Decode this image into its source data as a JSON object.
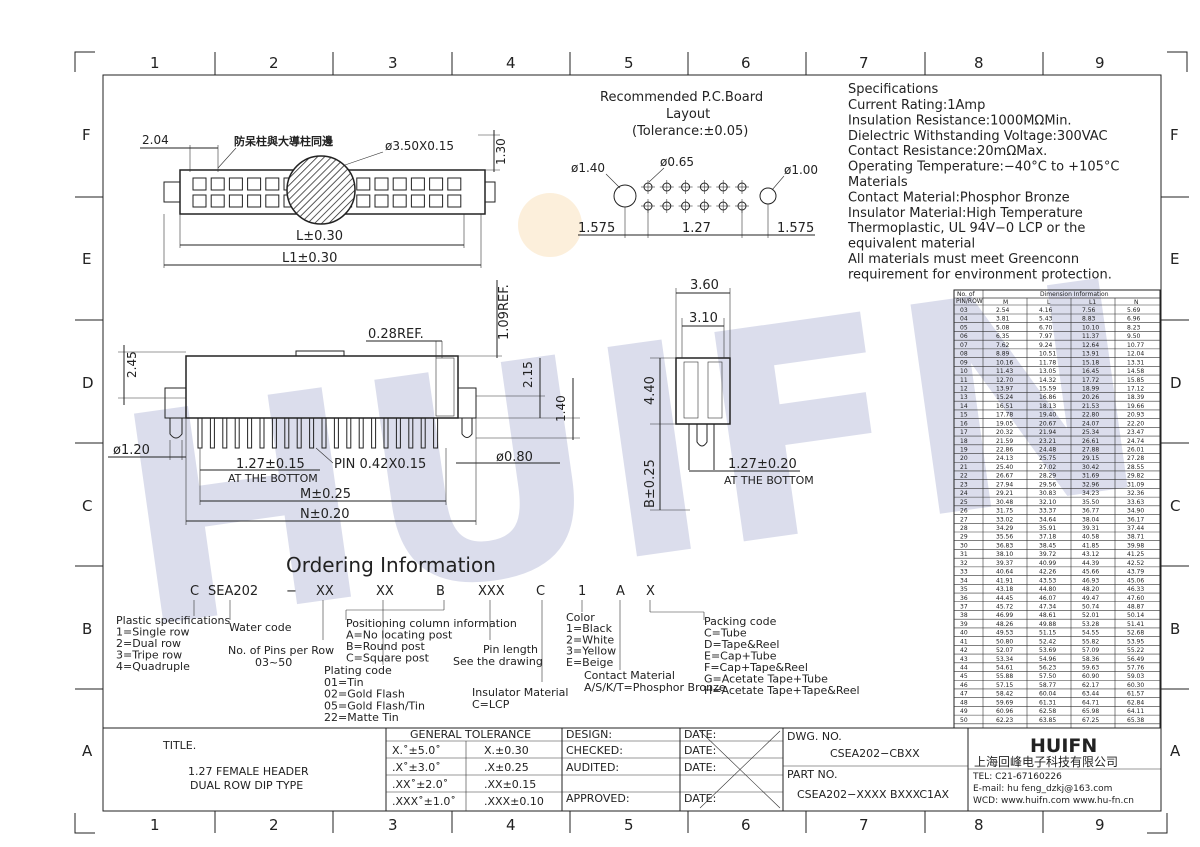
{
  "grid": {
    "columns": [
      "1",
      "2",
      "3",
      "4",
      "5",
      "6",
      "7",
      "8",
      "9"
    ],
    "rows": [
      "F",
      "E",
      "D",
      "C",
      "B",
      "A"
    ]
  },
  "watermark": {
    "text": "HUIFN",
    "color_main": "#3b4a9a",
    "color_dot": "#f2a93b"
  },
  "pcb_layout": {
    "title_line1": "Recommended  P.C.Board",
    "title_line2": "Layout",
    "title_line3": "(Tolerance:±0.05)",
    "d_left": "ø1.40",
    "d_mid": "ø0.65",
    "d_right": "ø1.00",
    "dim_left": "1.575",
    "dim_mid": "1.27",
    "dim_right": "1.575"
  },
  "top_view": {
    "dim_204": "2.04",
    "chinese_note": "防呆柱與大導柱同邊",
    "d_post": "ø3.50X0.15",
    "dim_130": "1.30",
    "dim_L": "L±0.30",
    "dim_L1": "L1±0.30"
  },
  "front_view": {
    "ref_028": "0.28REF.",
    "ref_109": "1.09REF.",
    "dim_245": "2.45",
    "dim_215": "2.15",
    "dim_140": "1.40",
    "d_120": "ø1.20",
    "pitch": "1.27±0.15",
    "at_bottom": "AT THE BOTTOM",
    "pin": "PIN 0.42X0.15",
    "d_080": "ø0.80",
    "dim_M": "M±0.25",
    "dim_N": "N±0.20"
  },
  "side_view": {
    "dim_360": "3.60",
    "dim_310": "3.10",
    "dim_440": "4.40",
    "dim_B": "B±0.25",
    "pitch": "1.27±0.20",
    "at_bottom": "AT THE BOTTOM"
  },
  "specifications": {
    "title": "Specifications",
    "lines": [
      "Current  Rating:1Amp",
      "Insulation  Resistance:1000MΩMin.",
      "Dielectric  Withstanding  Voltage:300VAC",
      "Contact  Resistance:20mΩMax.",
      "Operating  Temperature:−40°C  to  +105°C",
      "Materials",
      "Contact  Material:Phosphor  Bronze",
      "Insulator  Material:High  Temperature",
      "Thermoplastic,  UL  94V−0  LCP  or  the",
      "equivalent  material",
      "All  materials  must  meet  Greenconn",
      "requirement  for  environment  protection."
    ]
  },
  "dimension_table": {
    "header_no1": "No. of",
    "header_no2": "PIN/ROW",
    "header_group": "Dimension  Information",
    "columns": [
      "M",
      "L",
      "L1",
      "N"
    ],
    "rows": [
      [
        "03",
        "2.54",
        "4.16",
        "7.56",
        "5.69"
      ],
      [
        "04",
        "3.81",
        "5.43",
        "8.83",
        "6.96"
      ],
      [
        "05",
        "5.08",
        "6.70",
        "10.10",
        "8.23"
      ],
      [
        "06",
        "6.35",
        "7.97",
        "11.37",
        "9.50"
      ],
      [
        "07",
        "7.62",
        "9.24",
        "12.64",
        "10.77"
      ],
      [
        "08",
        "8.89",
        "10.51",
        "13.91",
        "12.04"
      ],
      [
        "09",
        "10.16",
        "11.78",
        "15.18",
        "13.31"
      ],
      [
        "10",
        "11.43",
        "13.05",
        "16.45",
        "14.58"
      ],
      [
        "11",
        "12.70",
        "14.32",
        "17.72",
        "15.85"
      ],
      [
        "12",
        "13.97",
        "15.59",
        "18.99",
        "17.12"
      ],
      [
        "13",
        "15.24",
        "16.86",
        "20.26",
        "18.39"
      ],
      [
        "14",
        "16.51",
        "18.13",
        "21.53",
        "19.66"
      ],
      [
        "15",
        "17.78",
        "19.40",
        "22.80",
        "20.93"
      ],
      [
        "16",
        "19.05",
        "20.67",
        "24.07",
        "22.20"
      ],
      [
        "17",
        "20.32",
        "21.94",
        "25.34",
        "23.47"
      ],
      [
        "18",
        "21.59",
        "23.21",
        "26.61",
        "24.74"
      ],
      [
        "19",
        "22.86",
        "24.48",
        "27.88",
        "26.01"
      ],
      [
        "20",
        "24.13",
        "25.75",
        "29.15",
        "27.28"
      ],
      [
        "21",
        "25.40",
        "27.02",
        "30.42",
        "28.55"
      ],
      [
        "22",
        "26.67",
        "28.29",
        "31.69",
        "29.82"
      ],
      [
        "23",
        "27.94",
        "29.56",
        "32.96",
        "31.09"
      ],
      [
        "24",
        "29.21",
        "30.83",
        "34.23",
        "32.36"
      ],
      [
        "25",
        "30.48",
        "32.10",
        "35.50",
        "33.63"
      ],
      [
        "26",
        "31.75",
        "33.37",
        "36.77",
        "34.90"
      ],
      [
        "27",
        "33.02",
        "34.64",
        "38.04",
        "36.17"
      ],
      [
        "28",
        "34.29",
        "35.91",
        "39.31",
        "37.44"
      ],
      [
        "29",
        "35.56",
        "37.18",
        "40.58",
        "38.71"
      ],
      [
        "30",
        "36.83",
        "38.45",
        "41.85",
        "39.98"
      ],
      [
        "31",
        "38.10",
        "39.72",
        "43.12",
        "41.25"
      ],
      [
        "32",
        "39.37",
        "40.99",
        "44.39",
        "42.52"
      ],
      [
        "33",
        "40.64",
        "42.26",
        "45.66",
        "43.79"
      ],
      [
        "34",
        "41.91",
        "43.53",
        "46.93",
        "45.06"
      ],
      [
        "35",
        "43.18",
        "44.80",
        "48.20",
        "46.33"
      ],
      [
        "36",
        "44.45",
        "46.07",
        "49.47",
        "47.60"
      ],
      [
        "37",
        "45.72",
        "47.34",
        "50.74",
        "48.87"
      ],
      [
        "38",
        "46.99",
        "48.61",
        "52.01",
        "50.14"
      ],
      [
        "39",
        "48.26",
        "49.88",
        "53.28",
        "51.41"
      ],
      [
        "40",
        "49.53",
        "51.15",
        "54.55",
        "52.68"
      ],
      [
        "41",
        "50.80",
        "52.42",
        "55.82",
        "53.95"
      ],
      [
        "42",
        "52.07",
        "53.69",
        "57.09",
        "55.22"
      ],
      [
        "43",
        "53.34",
        "54.96",
        "58.36",
        "56.49"
      ],
      [
        "44",
        "54.61",
        "56.23",
        "59.63",
        "57.76"
      ],
      [
        "45",
        "55.88",
        "57.50",
        "60.90",
        "59.03"
      ],
      [
        "46",
        "57.15",
        "58.77",
        "62.17",
        "60.30"
      ],
      [
        "47",
        "58.42",
        "60.04",
        "63.44",
        "61.57"
      ],
      [
        "48",
        "59.69",
        "61.31",
        "64.71",
        "62.84"
      ],
      [
        "49",
        "60.96",
        "62.58",
        "65.98",
        "64.11"
      ],
      [
        "50",
        "62.23",
        "63.85",
        "67.25",
        "65.38"
      ]
    ]
  },
  "ordering": {
    "title": "Ordering  Information",
    "code": [
      "C",
      "SEA202",
      "−",
      "XX",
      "XX",
      "B",
      "XXX",
      "C",
      "1",
      "A",
      "X"
    ],
    "plastic": [
      "Plastic  specifications",
      "1=Single  row",
      "2=Dual  row",
      "3=Tripe  row",
      "4=Quadruple"
    ],
    "water": "Water  code",
    "pins": [
      "No.  of  Pins  per  Row",
      "03~50"
    ],
    "plating": [
      "Plating  code",
      "01=Tin",
      "02=Gold  Flash",
      "05=Gold  Flash/Tin",
      "22=Matte  Tin"
    ],
    "positioning": [
      "Positioning  column  information",
      "A=No  locating  post",
      "B=Round  post",
      "C=Square  post"
    ],
    "pin_length": [
      "Pin  length",
      "See  the  drawing"
    ],
    "insulator": [
      "Insulator  Material",
      "C=LCP"
    ],
    "color": [
      "Color",
      "1=Black",
      "2=White",
      "3=Yellow",
      "E=Beige"
    ],
    "contact": [
      "Contact  Material",
      "A/S/K/T=Phosphor  Bronze"
    ],
    "packing": [
      "Packing  code",
      "C=Tube",
      "D=Tape&Reel",
      "E=Cap+Tube",
      "F=Cap+Tape&Reel",
      "G=Acetate  Tape+Tube",
      "H=Acetate  Tape+Tape&Reel"
    ]
  },
  "title_block": {
    "title_label": "TITLE.",
    "title_line1": "1.27  FEMALE  HEADER",
    "title_line2": "DUAL  ROW  DIP  TYPE",
    "tolerance_header": "GENERAL  TOLERANCE",
    "tolerances": [
      [
        "X.˚±5.0˚",
        "X.±0.30"
      ],
      [
        ".X˚±3.0˚",
        ".X±0.25"
      ],
      [
        ".XX˚±2.0˚",
        ".XX±0.15"
      ],
      [
        ".XXX˚±1.0˚",
        ".XXX±0.10"
      ]
    ],
    "signoffs": [
      "DESIGN:",
      "CHECKED:",
      "AUDITED:",
      "APPROVED:"
    ],
    "date_label": "DATE:",
    "dwg_label": "DWG.  NO.",
    "dwg_value": "CSEA202−CBXX",
    "part_label": "PART  NO.",
    "part_value": "CSEA202−XXXX  BXXXC1AX",
    "company_logo": "HUIFN",
    "company_cn": "上海回峰电子科技有限公司",
    "tel": "TEL:  C21-67160226",
    "email": "E-mail:  hu  feng_dzkj@163.com",
    "web": "WCD:  www.huifn.com   www.hu-fn.cn"
  }
}
